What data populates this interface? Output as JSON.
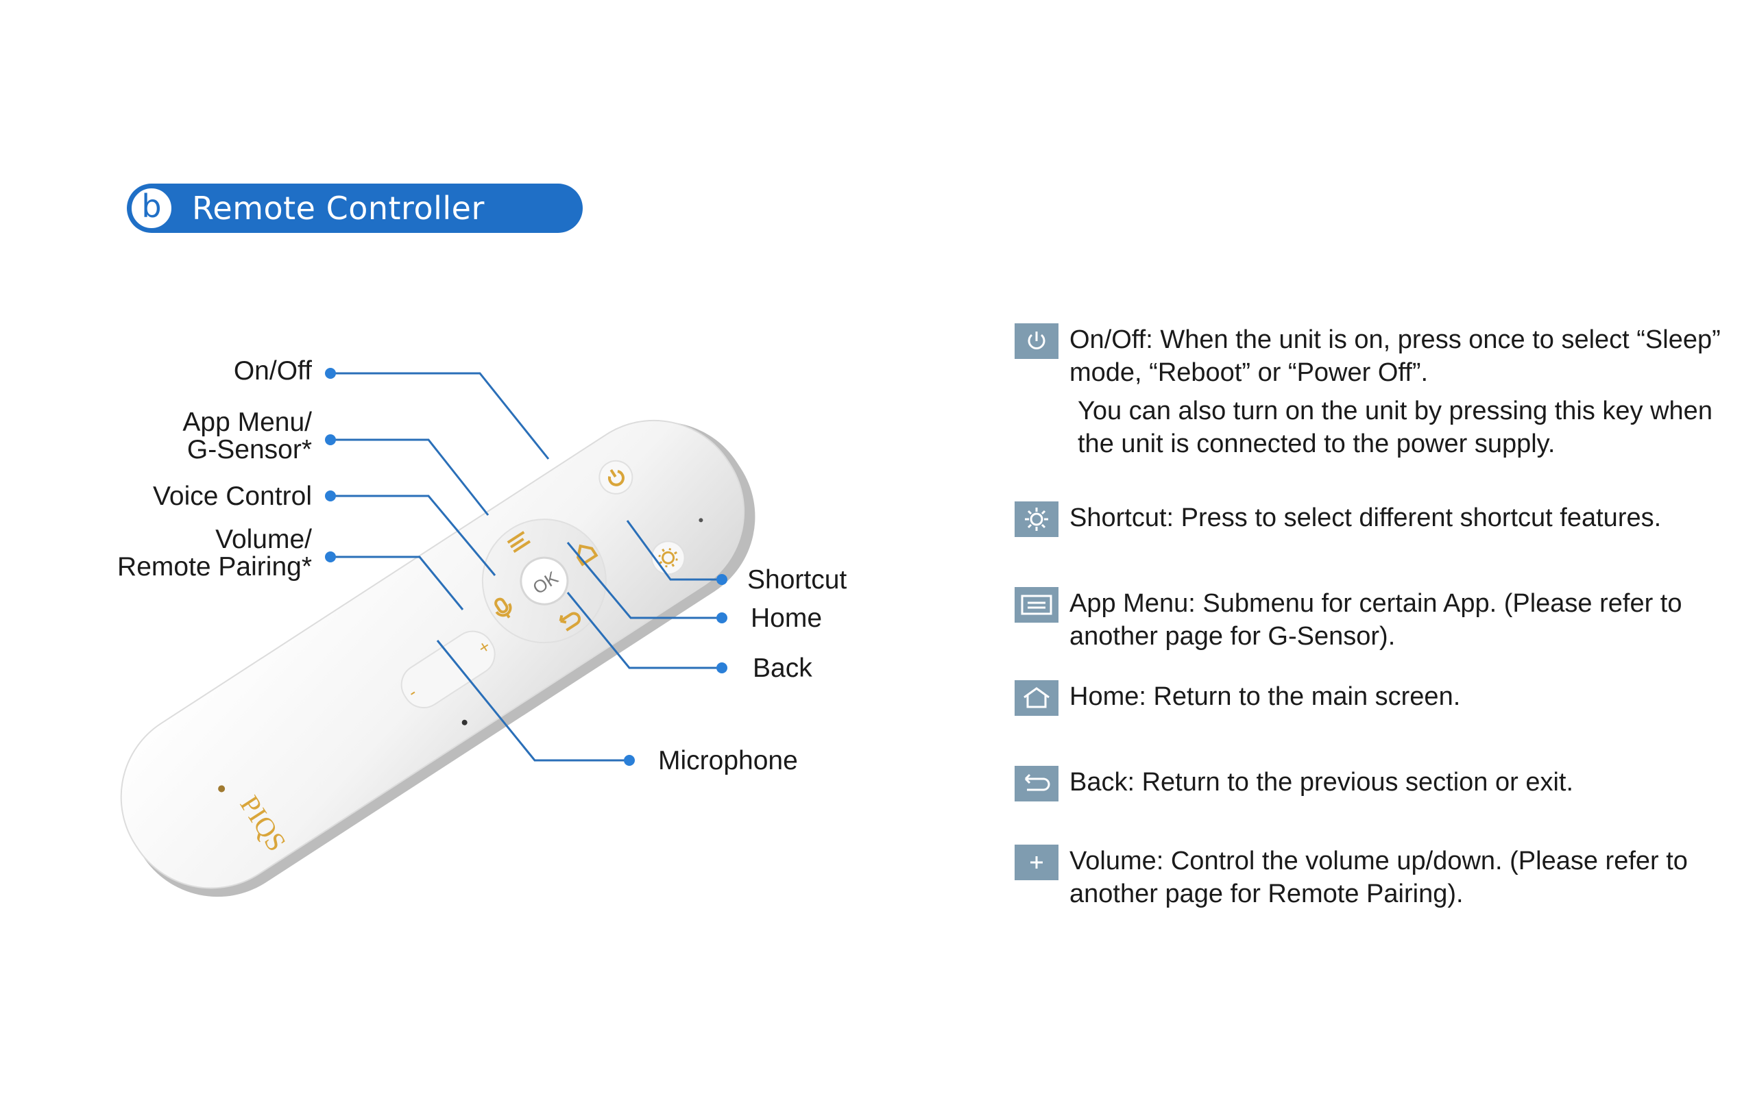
{
  "header": {
    "badge": "b",
    "title": "Remote Controller"
  },
  "remote": {
    "brand_logo": "PIQS",
    "ok_label": "OK",
    "minus_label": "-",
    "plus_label": "+"
  },
  "callouts": {
    "on_off": "On/Off",
    "app_menu_line1": "App Menu/",
    "app_menu_line2": "G-Sensor*",
    "voice_control": "Voice Control",
    "volume_line1": "Volume/",
    "volume_line2": "Remote Pairing*",
    "shortcut": "Shortcut",
    "home": "Home",
    "back": "Back",
    "microphone": "Microphone"
  },
  "descriptions": [
    {
      "icon": "power-icon",
      "text": "On/Off: When the unit is on, press once to select “Sleep” mode, “Reboot” or “Power Off”.",
      "extra": "You can also turn on the unit by pressing this key when the unit is connected to the power supply."
    },
    {
      "icon": "gear-icon",
      "text": "Shortcut: Press to select different shortcut features."
    },
    {
      "icon": "menu-icon",
      "text": "App Menu: Submenu for certain App. (Please refer to another page for G-Sensor)."
    },
    {
      "icon": "home-icon",
      "text": "Home: Return to the main screen."
    },
    {
      "icon": "back-icon",
      "text": "Back: Return to the previous section or exit."
    },
    {
      "icon": "plus-icon",
      "text": "Volume: Control the volume up/down. (Please refer to another page for Remote Pairing)."
    }
  ],
  "colors": {
    "accent": "#1f6fc6",
    "leader_line": "#2a6fb8",
    "icon_tile": "#7f9cb0",
    "button_gold": "#d9a53a"
  }
}
